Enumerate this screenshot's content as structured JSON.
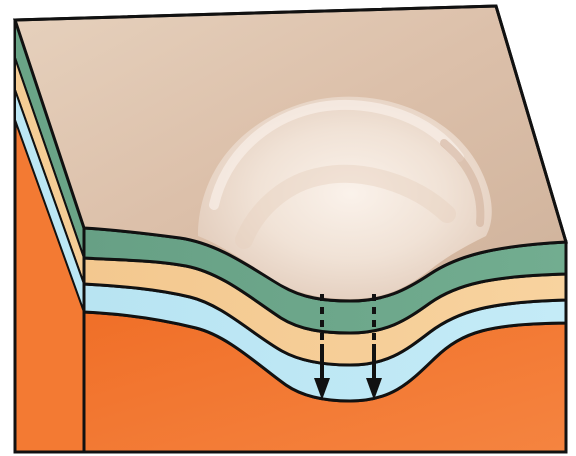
{
  "diagram": {
    "subject": "",
    "layers": [
      {
        "id": "surface",
        "color": "#e8d4c0"
      },
      {
        "id": "green-layer",
        "color": "#6fa98a"
      },
      {
        "id": "peach-layer",
        "color": "#f6cf98"
      },
      {
        "id": "blue-layer",
        "color": "#bfe7f3"
      },
      {
        "id": "orange-base",
        "color": "#f37a33"
      }
    ],
    "arrows": [
      {
        "id": "left-arrow",
        "direction": "down"
      },
      {
        "id": "right-arrow",
        "direction": "down"
      }
    ]
  }
}
